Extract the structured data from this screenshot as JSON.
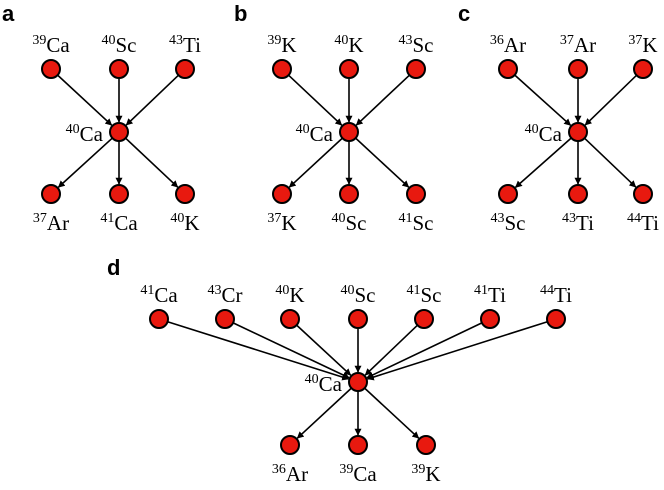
{
  "panels": [
    {
      "id": "a",
      "letter": "a",
      "center": {
        "mass": "40",
        "symbol": "Ca"
      },
      "inputs": [
        {
          "mass": "39",
          "symbol": "Ca"
        },
        {
          "mass": "40",
          "symbol": "Sc"
        },
        {
          "mass": "43",
          "symbol": "Ti"
        }
      ],
      "outputs": [
        {
          "mass": "37",
          "symbol": "Ar"
        },
        {
          "mass": "41",
          "symbol": "Ca"
        },
        {
          "mass": "40",
          "symbol": "K"
        }
      ]
    },
    {
      "id": "b",
      "letter": "b",
      "center": {
        "mass": "40",
        "symbol": "Ca"
      },
      "inputs": [
        {
          "mass": "39",
          "symbol": "K"
        },
        {
          "mass": "40",
          "symbol": "K"
        },
        {
          "mass": "43",
          "symbol": "Sc"
        }
      ],
      "outputs": [
        {
          "mass": "37",
          "symbol": "K"
        },
        {
          "mass": "40",
          "symbol": "Sc"
        },
        {
          "mass": "41",
          "symbol": "Sc"
        }
      ]
    },
    {
      "id": "c",
      "letter": "c",
      "center": {
        "mass": "40",
        "symbol": "Ca"
      },
      "inputs": [
        {
          "mass": "36",
          "symbol": "Ar"
        },
        {
          "mass": "37",
          "symbol": "Ar"
        },
        {
          "mass": "37",
          "symbol": "K"
        }
      ],
      "outputs": [
        {
          "mass": "43",
          "symbol": "Sc"
        },
        {
          "mass": "43",
          "symbol": "Ti"
        },
        {
          "mass": "44",
          "symbol": "Ti"
        }
      ]
    },
    {
      "id": "d",
      "letter": "d",
      "center": {
        "mass": "40",
        "symbol": "Ca"
      },
      "inputs": [
        {
          "mass": "41",
          "symbol": "Ca"
        },
        {
          "mass": "43",
          "symbol": "Cr"
        },
        {
          "mass": "40",
          "symbol": "K"
        },
        {
          "mass": "40",
          "symbol": "Sc"
        },
        {
          "mass": "41",
          "symbol": "Sc"
        },
        {
          "mass": "41",
          "symbol": "Ti"
        },
        {
          "mass": "44",
          "symbol": "Ti"
        }
      ],
      "outputs": [
        {
          "mass": "36",
          "symbol": "Ar"
        },
        {
          "mass": "39",
          "symbol": "Ca"
        },
        {
          "mass": "39",
          "symbol": "K"
        }
      ]
    }
  ],
  "colors": {
    "node_fill": "#e8190f",
    "node_stroke": "#000000",
    "edge": "#000000"
  }
}
